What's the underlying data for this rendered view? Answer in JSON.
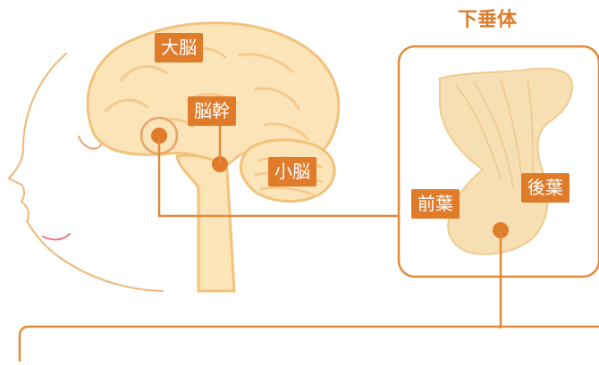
{
  "title": "下垂体",
  "labels": {
    "cerebrum": "大脳",
    "brainstem": "脳幹",
    "cerebellum": "小脳",
    "anterior_lobe": "前葉",
    "posterior_lobe": "後葉"
  },
  "colors": {
    "accent": "#e07b2a",
    "line": "#e08a3a",
    "brain_fill": "#fbe4b8",
    "brain_outline": "#f3c27a",
    "face_outline": "#f0b77a",
    "gland_fill": "#f6dfb3",
    "mouth": "#f07a8a"
  }
}
